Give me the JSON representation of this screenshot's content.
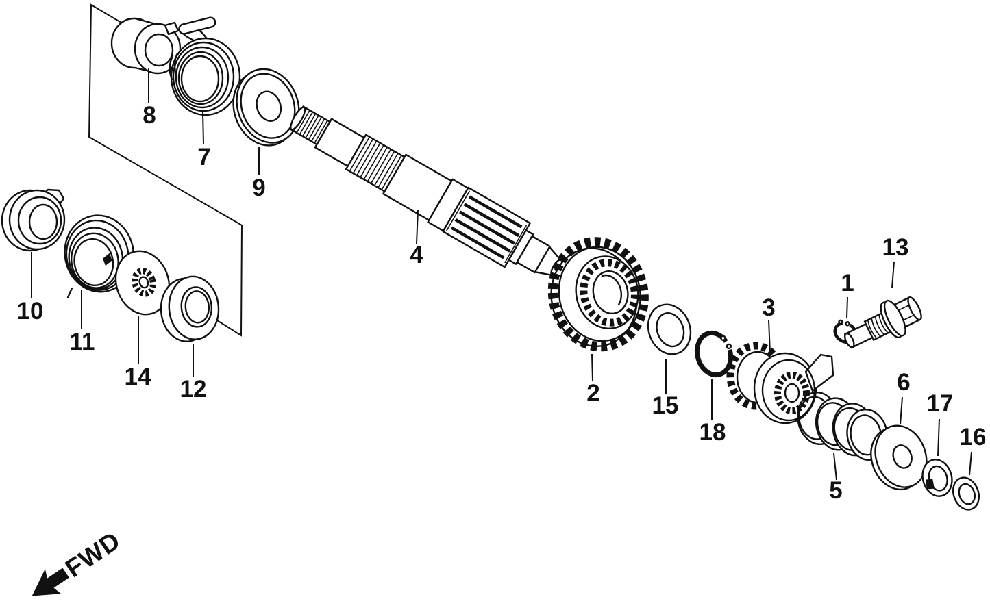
{
  "diagram": {
    "background_color": "#ffffff",
    "line_color": "#111111",
    "direction_label": "FWD",
    "part_refs": [
      "1",
      "2",
      "3",
      "4",
      "5",
      "6",
      "7",
      "8",
      "9",
      "10",
      "11",
      "12",
      "13",
      "14",
      "15",
      "16",
      "17",
      "18"
    ]
  }
}
